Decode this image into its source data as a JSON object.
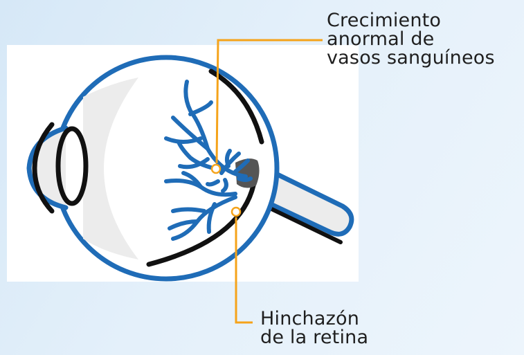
{
  "labels": {
    "neovascularization": [
      "Crecimiento",
      "anormal de",
      "vasos sanguíneos"
    ],
    "retinal_swelling": [
      "Hinchazón",
      "de la retina"
    ]
  },
  "colors": {
    "outline": "#1f6cb7",
    "vessels": "#1f6cb7",
    "leader": "#f5a31a",
    "retina": "#111111",
    "lens": "#111111"
  }
}
